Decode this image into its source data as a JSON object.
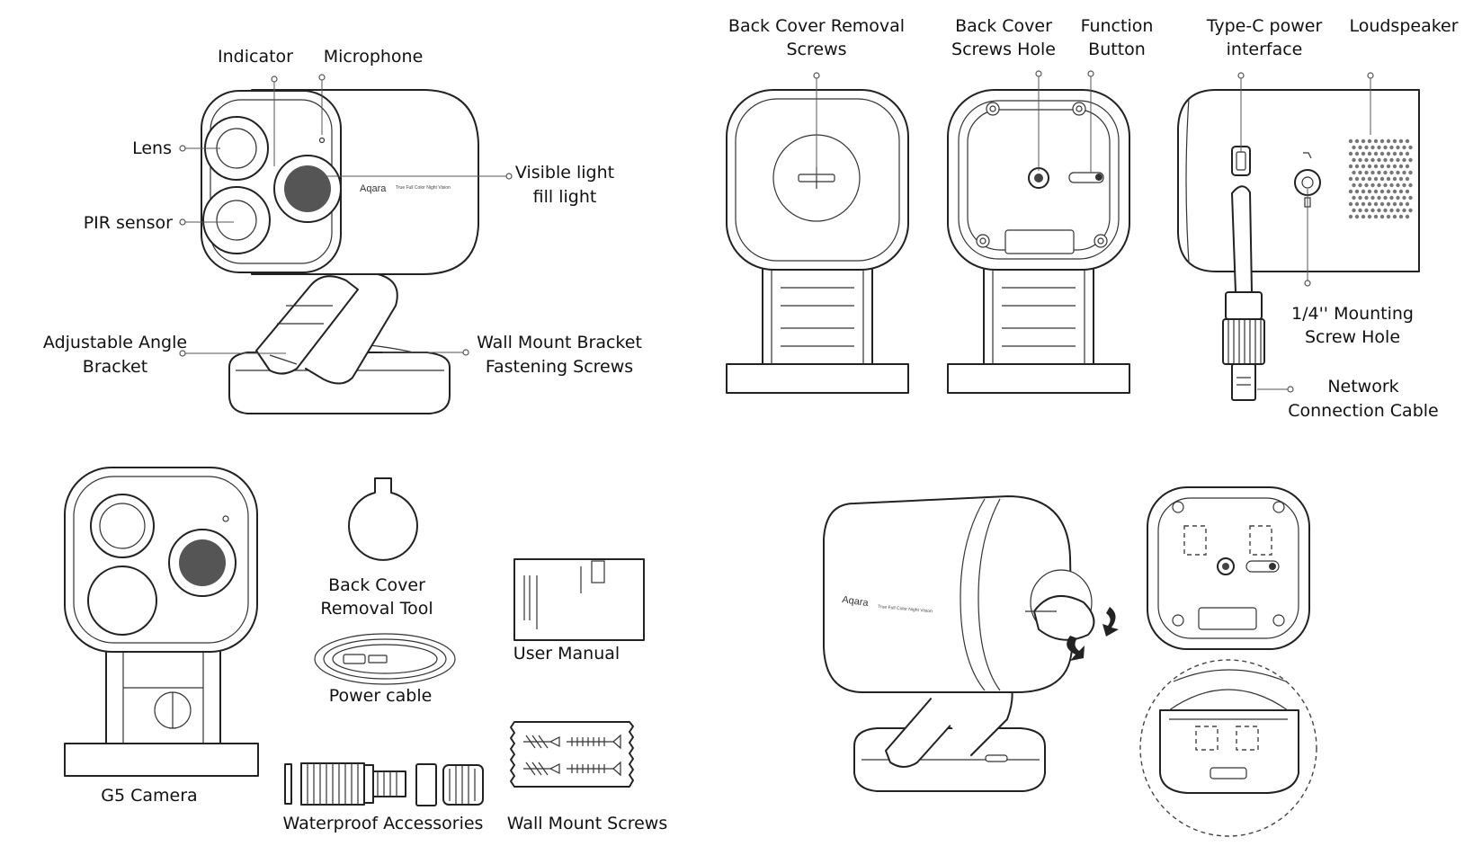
{
  "brand": {
    "logo_text": "Aqara",
    "tagline": "True Full Color Night Vision"
  },
  "front_view": {
    "labels": {
      "indicator": "Indicator",
      "microphone": "Microphone",
      "lens": "Lens",
      "pir_sensor": "PIR sensor",
      "visible_light_1": "Visible light",
      "visible_light_2": "fill light",
      "adjustable_1": "Adjustable Angle",
      "adjustable_2": "Bracket",
      "wall_mount_1": "Wall Mount Bracket",
      "wall_mount_2": "Fastening Screws"
    }
  },
  "back_views": {
    "labels": {
      "back_cover_removal_1": "Back Cover Removal",
      "back_cover_removal_2": "Screws",
      "back_cover_hole_1": "Back Cover",
      "back_cover_hole_2": "Screws Hole",
      "function_1": "Function",
      "function_2": "Button",
      "typec_1": "Type-C power",
      "typec_2": "interface",
      "loudspeaker": "Loudspeaker",
      "mounting_1": "1/4'' Mounting",
      "mounting_2": "Screw Hole",
      "network_1": "Network",
      "network_2": "Connection Cable"
    }
  },
  "package_contents": {
    "items": {
      "back_cover_tool_1": "Back Cover",
      "back_cover_tool_2": "Removal Tool",
      "user_manual": "User Manual",
      "power_cable": "Power cable",
      "g5_camera": "G5 Camera",
      "waterproof": "Waterproof Accessories",
      "wall_screws": "Wall Mount Screws"
    }
  }
}
